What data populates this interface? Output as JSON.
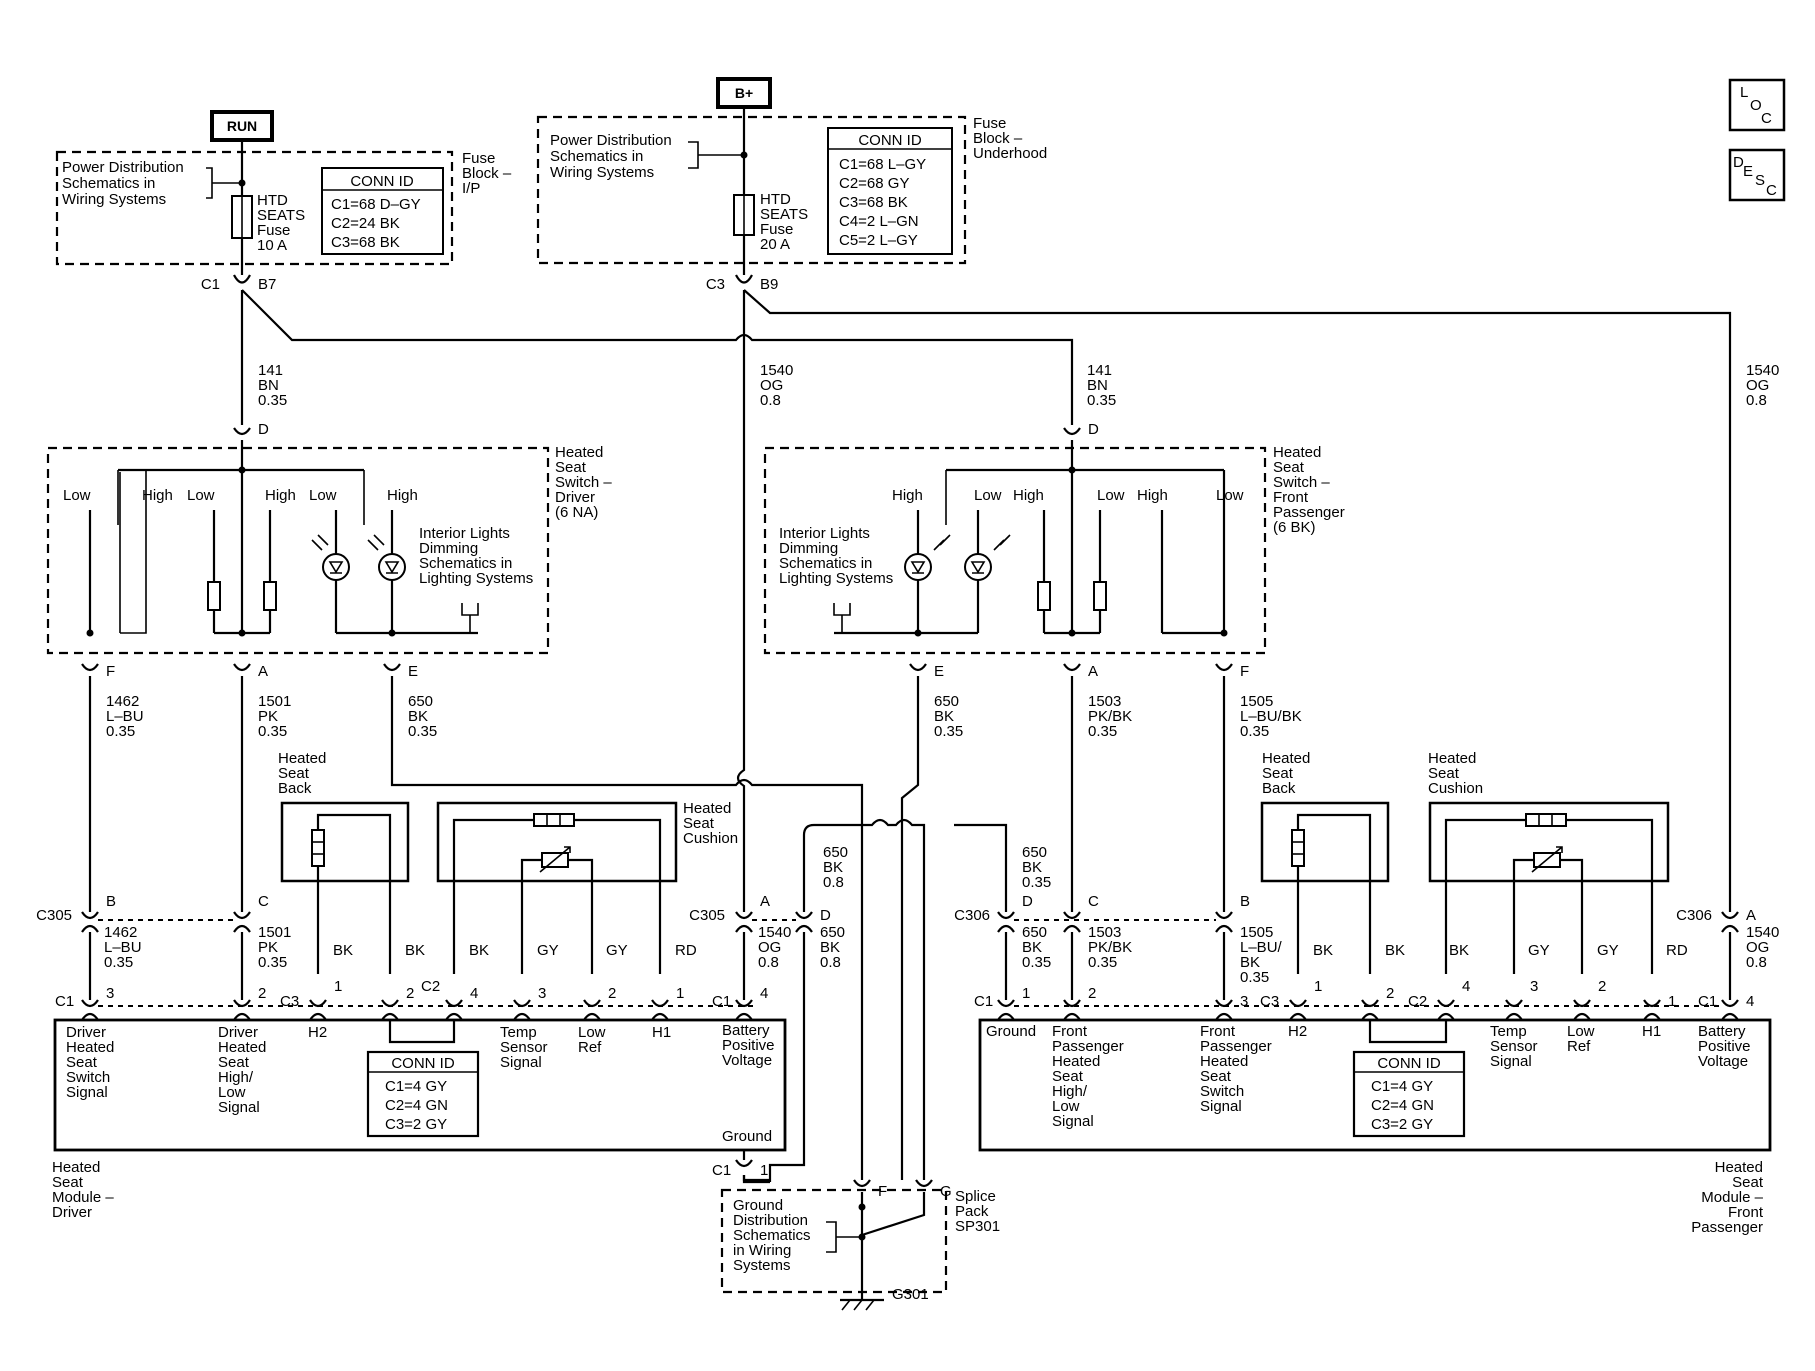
{
  "sources": {
    "run": "RUN",
    "bplus": "B+"
  },
  "loc_icon": [
    "L",
    "O",
    "C"
  ],
  "desc_icon": [
    "D",
    "E",
    "S",
    "C"
  ],
  "pdist_text": [
    "Power Distribution",
    "Schematics in",
    "Wiring Systems"
  ],
  "gdist_text": [
    "Ground",
    "Distribution",
    "Schematics",
    "in Wiring",
    "Systems"
  ],
  "ild_text": [
    "Interior Lights",
    "Dimming",
    "Schematics in",
    "Lighting Systems"
  ],
  "fuse_ip": {
    "fuse_label": [
      "HTD",
      "SEATS",
      "Fuse",
      "10 A"
    ],
    "name": [
      "Fuse",
      "Block –",
      "I/P"
    ],
    "conn_title": "CONN ID",
    "conn": [
      "C1=68 D–GY",
      "C2=24 BK",
      "C3=68 BK"
    ],
    "pin_c": "C1",
    "pin_b": "B7"
  },
  "fuse_uh": {
    "fuse_label": [
      "HTD",
      "SEATS",
      "Fuse",
      "20 A"
    ],
    "name": [
      "Fuse",
      "Block –",
      "Underhood"
    ],
    "conn_title": "CONN ID",
    "conn": [
      "C1=68 L–GY",
      "C2=68 GY",
      "C3=68 BK",
      "C4=2 L–GN",
      "C5=2 L–GY"
    ],
    "pin_c": "C3",
    "pin_b": "B9"
  },
  "wires": {
    "w141_left": [
      "141",
      "BN",
      "0.35"
    ],
    "w1540_mid": [
      "1540",
      "OG",
      "0.8"
    ],
    "w141_right": [
      "141",
      "BN",
      "0.35"
    ],
    "w1540_right": [
      "1540",
      "OG",
      "0.8"
    ],
    "w1462": [
      "1462",
      "L–BU",
      "0.35"
    ],
    "w1501": [
      "1501",
      "PK",
      "0.35"
    ],
    "w650_l": [
      "650",
      "BK",
      "0.35"
    ],
    "w650_r": [
      "650",
      "BK",
      "0.35"
    ],
    "w1503": [
      "1503",
      "PK/BK",
      "0.35"
    ],
    "w1505": [
      "1505",
      "L–BU/BK",
      "0.35"
    ],
    "w650_mid_l": [
      "650",
      "BK",
      "0.8"
    ],
    "w650_mid_r": [
      "650",
      "BK",
      "0.35"
    ],
    "w1462_b": [
      "1462",
      "L–BU",
      "0.35"
    ],
    "w1501_b": [
      "1501",
      "PK",
      "0.35"
    ],
    "w1540_b_l": [
      "1540",
      "OG",
      "0.8"
    ],
    "w650_b_l": [
      "650",
      "BK",
      "0.8"
    ],
    "w650_b_r": [
      "650",
      "BK",
      "0.35"
    ],
    "w1503_b": [
      "1503",
      "PK/BK",
      "0.35"
    ],
    "w1505_b": [
      "1505",
      "L–BU/",
      "BK",
      "0.35"
    ],
    "w1540_b_r": [
      "1540",
      "OG",
      "0.8"
    ]
  },
  "sw_driver": {
    "name": [
      "Heated",
      "Seat",
      "Switch –",
      "Driver",
      "(6 NA)"
    ],
    "pin_top": "D",
    "labels": [
      "Low",
      "High",
      "Low",
      "High",
      "Low",
      "High"
    ],
    "pins_bottom": [
      "F",
      "A",
      "E"
    ]
  },
  "sw_pass": {
    "name": [
      "Heated",
      "Seat",
      "Switch –",
      "Front",
      "Passenger",
      "(6 BK)"
    ],
    "pin_top": "D",
    "labels": [
      "High",
      "Low",
      "High",
      "Low",
      "High",
      "Low"
    ],
    "pins_bottom": [
      "E",
      "A",
      "F"
    ]
  },
  "c305": {
    "name": "C305",
    "pins": [
      "B",
      "C",
      "A",
      "D"
    ]
  },
  "c306": {
    "name": "C306",
    "pins": [
      "D",
      "C",
      "B",
      "A"
    ]
  },
  "heater_l": {
    "back": [
      "Heated",
      "Seat",
      "Back"
    ],
    "cushion": [
      "Heated",
      "Seat",
      "Cushion"
    ]
  },
  "heater_r": {
    "back": [
      "Heated",
      "Seat",
      "Back"
    ],
    "cushion": [
      "Heated",
      "Seat",
      "Cushion"
    ]
  },
  "colors_l": [
    "BK",
    "BK",
    "BK",
    "GY",
    "GY",
    "RD"
  ],
  "colors_r": [
    "BK",
    "BK",
    "BK",
    "GY",
    "GY",
    "RD"
  ],
  "mod_driver": {
    "name": [
      "Heated",
      "Seat",
      "Module –",
      "Driver"
    ],
    "pins": [
      {
        "conn": "C1",
        "num": "3"
      },
      {
        "conn": "",
        "num": "2"
      },
      {
        "conn": "C3",
        "num": "1"
      },
      {
        "conn": "",
        "num": "2"
      },
      {
        "conn": "C2",
        "num": "4"
      },
      {
        "conn": "",
        "num": "3"
      },
      {
        "conn": "",
        "num": "2"
      },
      {
        "conn": "",
        "num": "1"
      },
      {
        "conn": "C1",
        "num": "4"
      }
    ],
    "labels": {
      "l1": [
        "Driver",
        "Heated",
        "Seat",
        "Switch",
        "Signal"
      ],
      "l2": [
        "Driver",
        "Heated",
        "Seat",
        "High/",
        "Low",
        "Signal"
      ],
      "l3": [
        "H2"
      ],
      "l4": [
        "Temp",
        "Sensor",
        "Signal"
      ],
      "l5": [
        "Low",
        "Ref"
      ],
      "l6": [
        "H1"
      ],
      "l7": [
        "Battery",
        "Positive",
        "Voltage"
      ],
      "ground": "Ground"
    },
    "conn_title": "CONN ID",
    "conn": [
      "C1=4 GY",
      "C2=4 GN",
      "C3=2 GY"
    ],
    "gnd_pin": {
      "conn": "C1",
      "num": "1"
    }
  },
  "mod_pass": {
    "name": [
      "Heated",
      "Seat",
      "Module –",
      "Front",
      "Passenger"
    ],
    "pins": [
      {
        "conn": "C1",
        "num": "1"
      },
      {
        "conn": "",
        "num": "2"
      },
      {
        "conn": "",
        "num": "3"
      },
      {
        "conn": "C3",
        "num": "1"
      },
      {
        "conn": "",
        "num": "2"
      },
      {
        "conn": "C2",
        "num": "4"
      },
      {
        "conn": "",
        "num": "3"
      },
      {
        "conn": "",
        "num": "2"
      },
      {
        "conn": "",
        "num": "1"
      },
      {
        "conn": "C1",
        "num": "4"
      }
    ],
    "labels": {
      "l1": [
        "Ground"
      ],
      "l2": [
        "Front",
        "Passenger",
        "Heated",
        "Seat",
        "High/",
        "Low",
        "Signal"
      ],
      "l3": [
        "Front",
        "Passenger",
        "Heated",
        "Seat",
        "Switch",
        "Signal"
      ],
      "l4": [
        "H2"
      ],
      "l5": [
        "Temp",
        "Sensor",
        "Signal"
      ],
      "l6": [
        "Low",
        "Ref"
      ],
      "l7": [
        "H1"
      ],
      "l8": [
        "Battery",
        "Positive",
        "Voltage"
      ]
    },
    "conn_title": "CONN ID",
    "conn": [
      "C1=4 GY",
      "C2=4 GN",
      "C3=2 GY"
    ]
  },
  "splice": {
    "name": [
      "Splice",
      "Pack",
      "SP301"
    ],
    "pins": [
      "F",
      "G"
    ]
  },
  "ground_name": "G301"
}
